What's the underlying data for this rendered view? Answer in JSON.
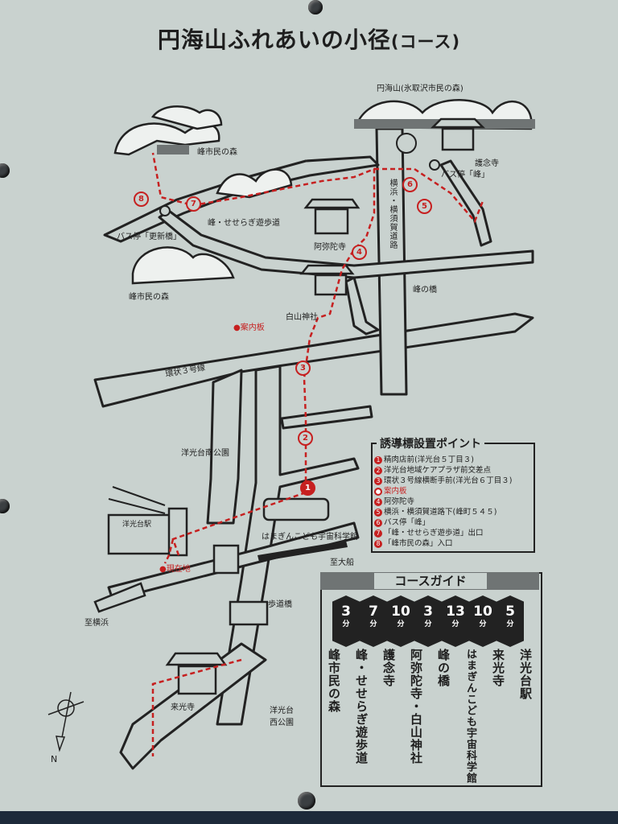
{
  "title": {
    "main": "円海山ふれあいの小径",
    "sub": "(コース)"
  },
  "labels": {
    "top_summit": "円海山(氷取沢市民の森)",
    "forest_top": "峰市民の森",
    "forest_mid": "峰市民の森",
    "bus_koshinbashi": "バス停「更新橋」",
    "stream_path": "峰・せせらぎ遊歩道",
    "amidaji": "阿弥陀寺",
    "hakusan": "白山神社",
    "info_board": "●案内板",
    "yokohama_road": "横浜・横須賀道路",
    "gonenji": "護念寺",
    "bus_mine": "バス停「峰」",
    "mine_bridge": "峰の橋",
    "ring_road": "環状３号線",
    "minami_park": "洋光台南公園",
    "station_name": "洋光台駅",
    "current": "●現在地",
    "science_museum": "はまぎんこども宇宙科学館",
    "to_ofuna": "至大船",
    "to_yokohama": "至横浜",
    "footbridge": "歩道橋",
    "raikoji": "来光寺",
    "nishi_park": "洋光台\n西公園",
    "north": "N"
  },
  "markers": [
    "1",
    "2",
    "3",
    "4",
    "5",
    "6",
    "7",
    "8"
  ],
  "legend": {
    "title": "誘導標設置ポイント",
    "items": [
      {
        "num": "1",
        "text": "精肉店前(洋光台５丁目３)",
        "highlight": false
      },
      {
        "num": "2",
        "text": "洋光台地域ケアプラザ前交差点",
        "highlight": false
      },
      {
        "num": "3",
        "text": "環状３号線横断手前(洋光台６丁目３)",
        "highlight": false
      },
      {
        "num": "●",
        "text": "案内板",
        "highlight": true
      },
      {
        "num": "4",
        "text": "阿弥陀寺",
        "highlight": false
      },
      {
        "num": "5",
        "text": "横浜・横須賀道路下(峰町５４５)",
        "highlight": false
      },
      {
        "num": "6",
        "text": "バス停「峰」",
        "highlight": false
      },
      {
        "num": "7",
        "text": "「峰・せせらぎ遊歩道」出口",
        "highlight": false
      },
      {
        "num": "8",
        "text": "「峰市民の森」入口",
        "highlight": false
      }
    ]
  },
  "course_guide": {
    "title": "コースガイド",
    "unit": "分",
    "segments": [
      "3",
      "7",
      "10",
      "3",
      "13",
      "10",
      "5"
    ],
    "stops": [
      "峰市民の森",
      "峰・せせらぎ遊歩道",
      "護念寺",
      "阿弥陀寺・白山神社",
      "峰の橋",
      "はまぎんこども宇宙科学館",
      "来光寺",
      "洋光台駅"
    ]
  },
  "colors": {
    "board": "#c9d2cf",
    "ink": "#1e1e1e",
    "route_red": "#c62020"
  }
}
